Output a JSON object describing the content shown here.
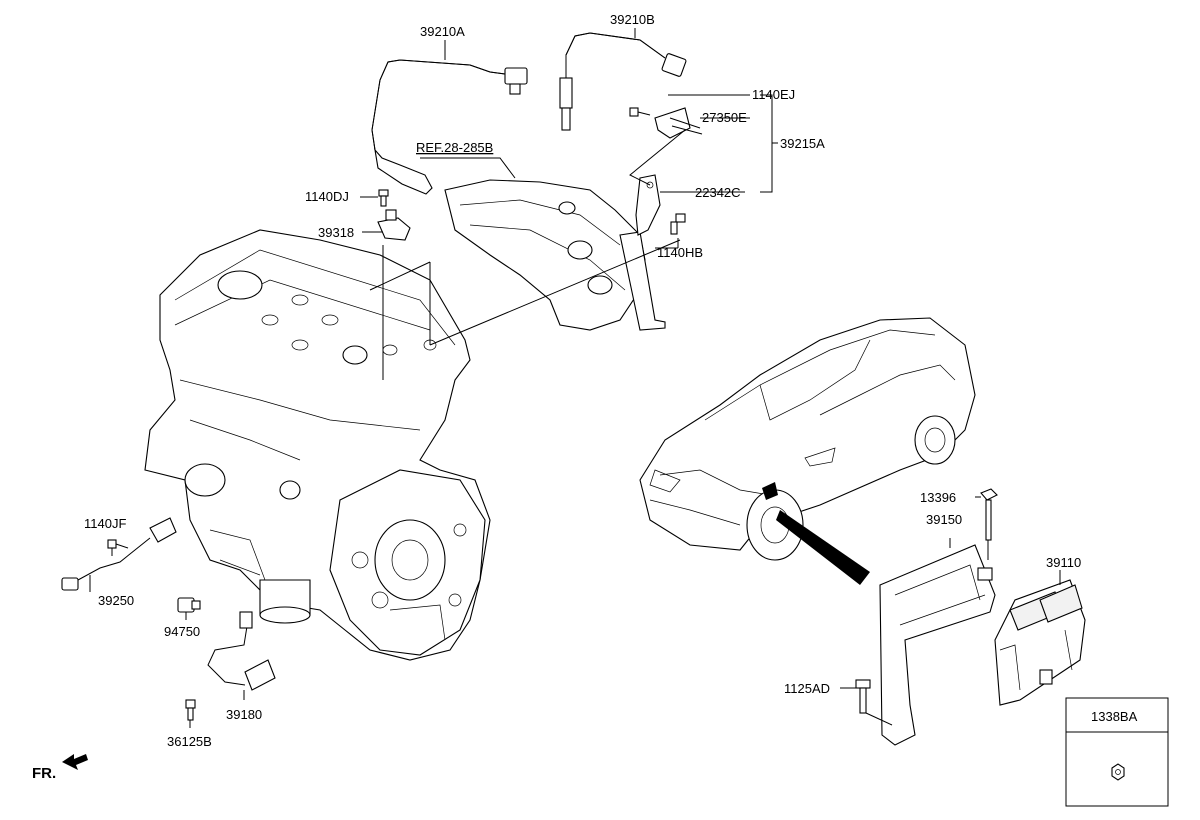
{
  "labels": {
    "l39210A": "39210A",
    "l39210B": "39210B",
    "l1140EJ": "1140EJ",
    "l27350E": "27350E",
    "l39215A": "39215A",
    "lREF": "REF.28-285B",
    "l1140DJ": "1140DJ",
    "l22342C": "22342C",
    "l39318": "39318",
    "l1140HB": "1140HB",
    "l1140JF": "1140JF",
    "l39250": "39250",
    "l94750": "94750",
    "l39180": "39180",
    "l36125B": "36125B",
    "l13396": "13396",
    "l39150": "39150",
    "l39110": "39110",
    "l1125AD": "1125AD",
    "l1338BA": "1338BA",
    "fr": "FR."
  }
}
